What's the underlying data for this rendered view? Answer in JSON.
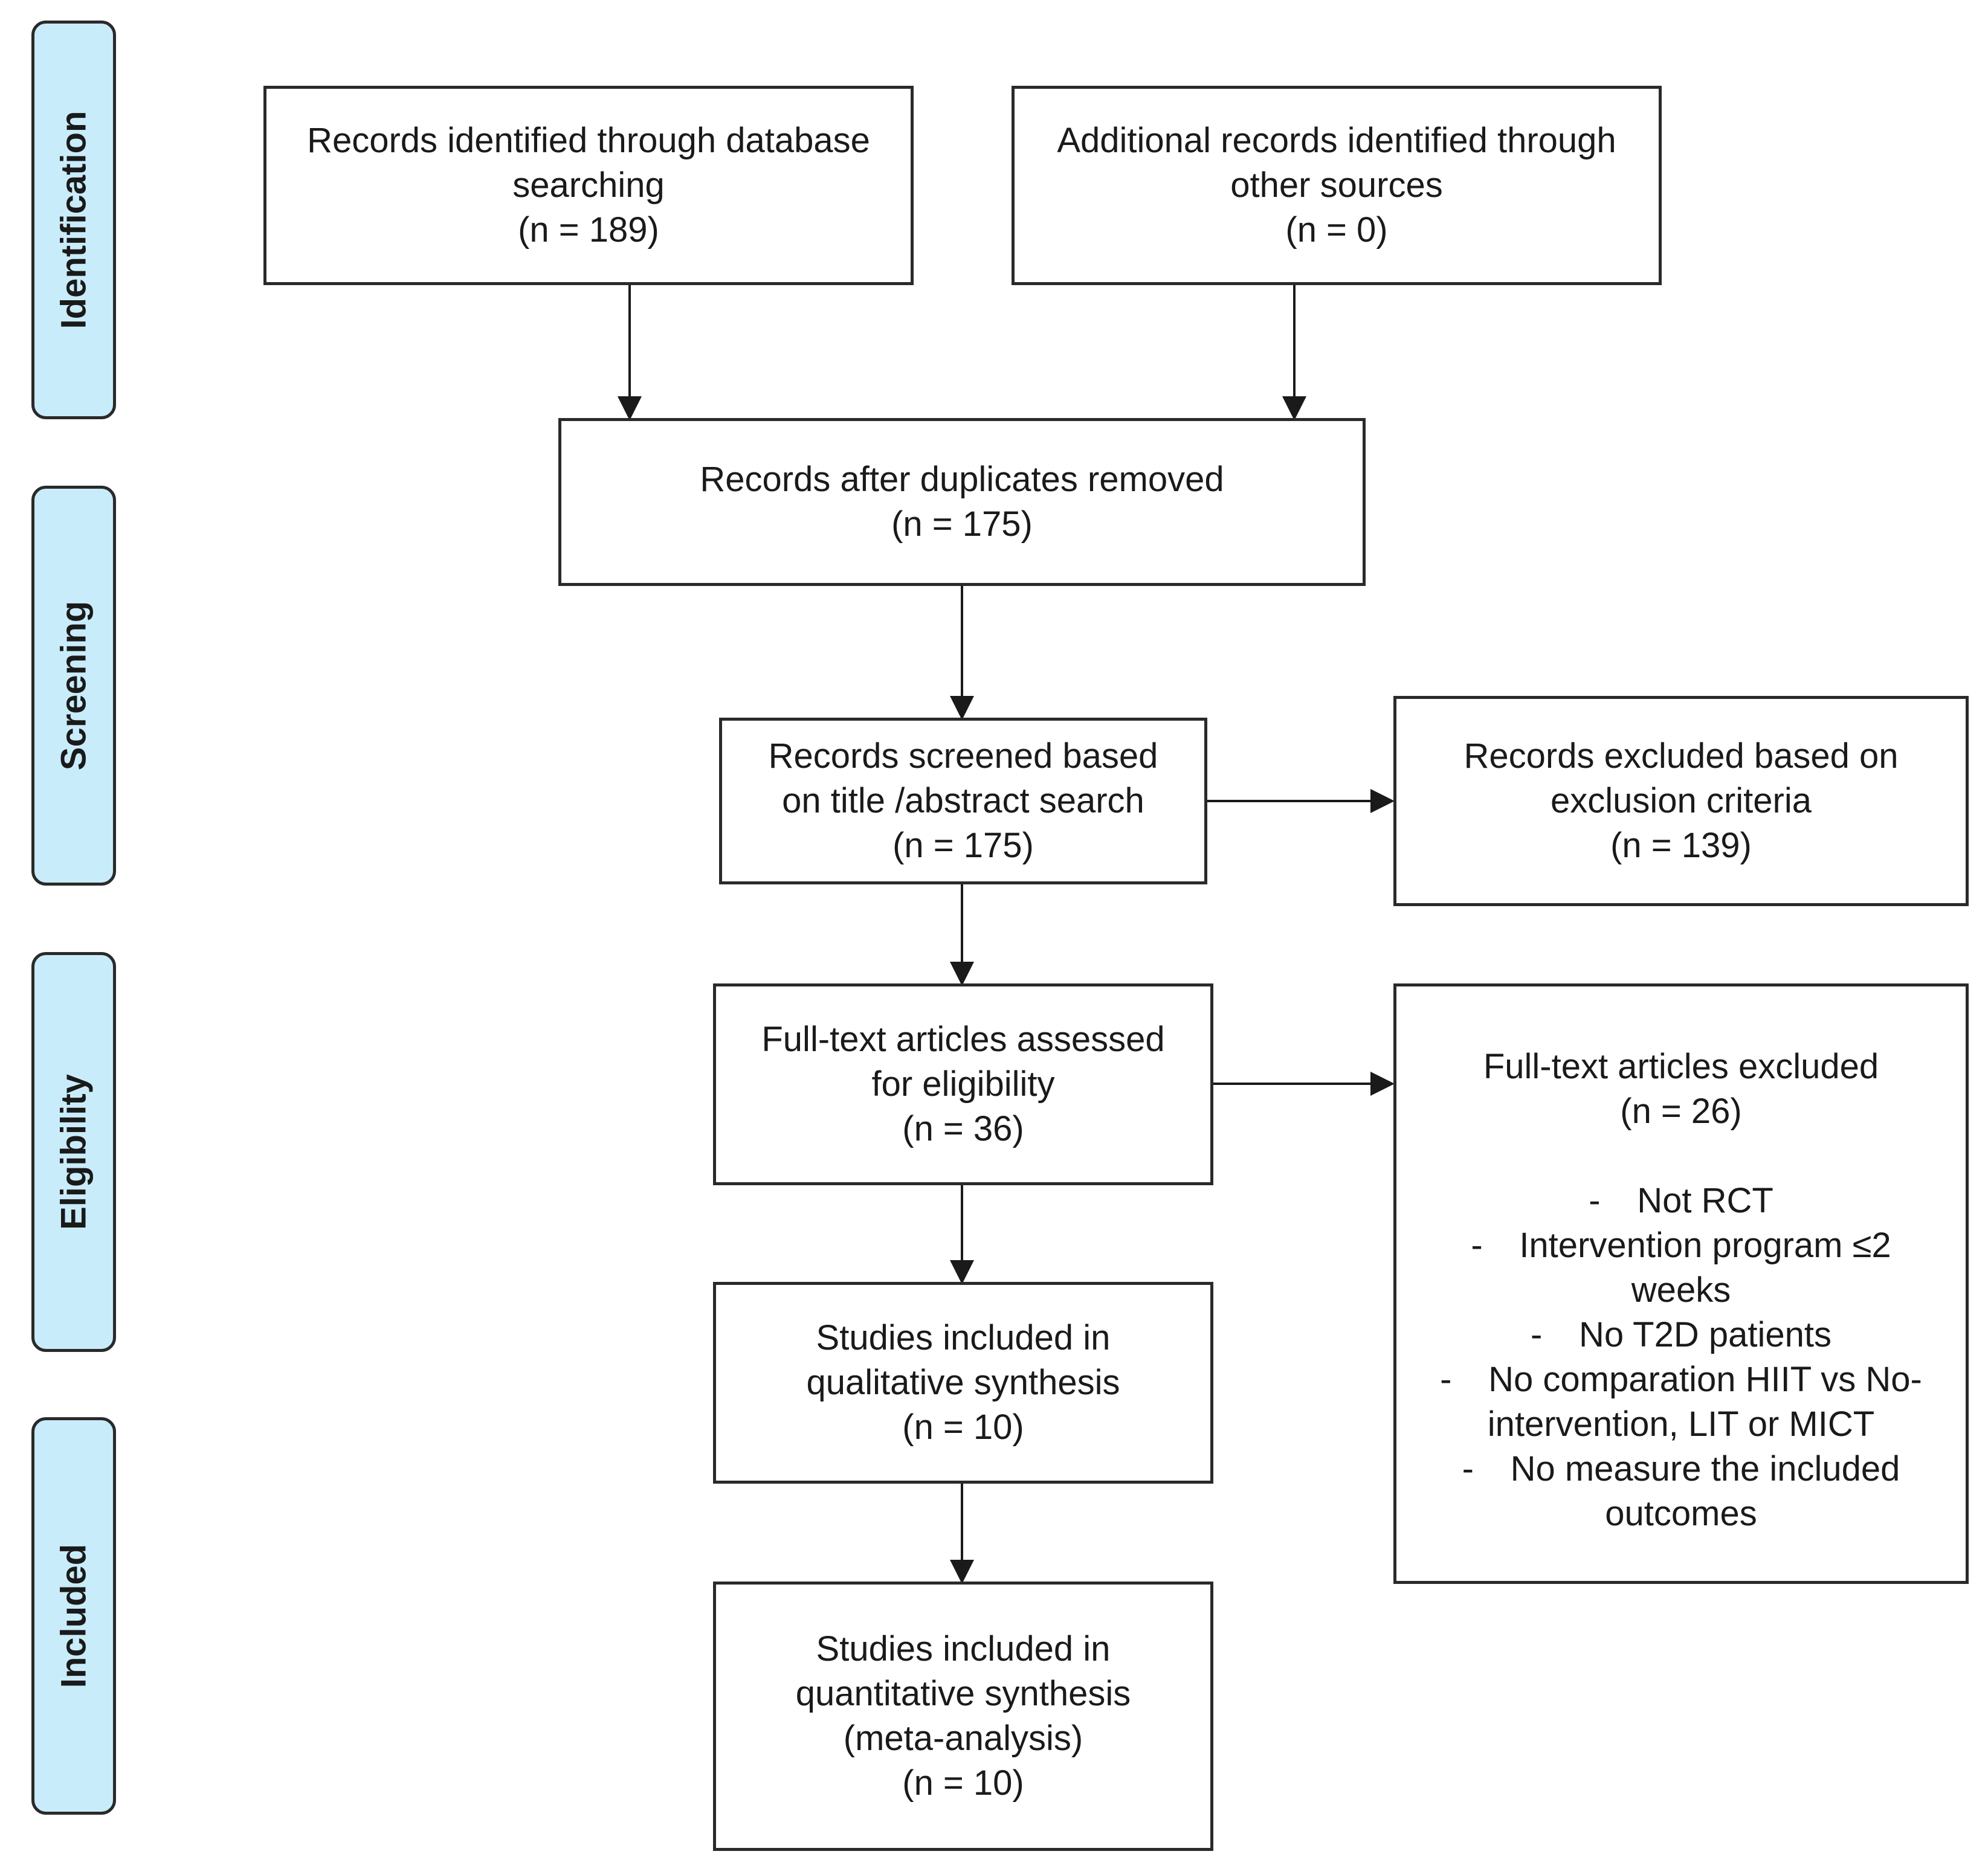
{
  "phases": {
    "identification": "Identification",
    "screening": "Screening",
    "eligibility": "Eligibility",
    "included": "Included"
  },
  "boxes": {
    "database": {
      "line1": "Records identified through database",
      "line2": "searching",
      "count": "(n = 189)"
    },
    "other_sources": {
      "line1": "Additional records identified through",
      "line2": "other sources",
      "count": "(n = 0)"
    },
    "duplicates_removed": {
      "line1": "Records after duplicates removed",
      "count": "(n = 175)"
    },
    "screened": {
      "line1": "Records screened based",
      "line2": "on title /abstract search",
      "count": "(n = 175)"
    },
    "excluded_criteria": {
      "line1": "Records excluded based on",
      "line2": "exclusion criteria",
      "count": "(n = 139)"
    },
    "full_text_assessed": {
      "line1": "Full-text articles assessed",
      "line2": "for eligibility",
      "count": "(n = 36)"
    },
    "full_text_excluded": {
      "line1": "Full-text articles excluded",
      "count": "(n =  26)",
      "reasons": [
        {
          "dash": "-",
          "text": "Not RCT"
        },
        {
          "dash": "-",
          "text": "Intervention program ≤2",
          "cont": "weeks"
        },
        {
          "dash": "-",
          "text": "No T2D patients"
        },
        {
          "dash": "-",
          "text": "No comparation HIIT vs No-",
          "cont": "intervention, LIT or MICT"
        },
        {
          "dash": "-",
          "text": "No measure the included",
          "cont": "outcomes"
        }
      ]
    },
    "qualitative": {
      "line1": "Studies included in",
      "line2": "qualitative synthesis",
      "count": "(n = 10)"
    },
    "quantitative": {
      "line1": "Studies included in",
      "line2": "quantitative synthesis",
      "line3": "(meta-analysis)",
      "count": "(n = 10)"
    }
  }
}
